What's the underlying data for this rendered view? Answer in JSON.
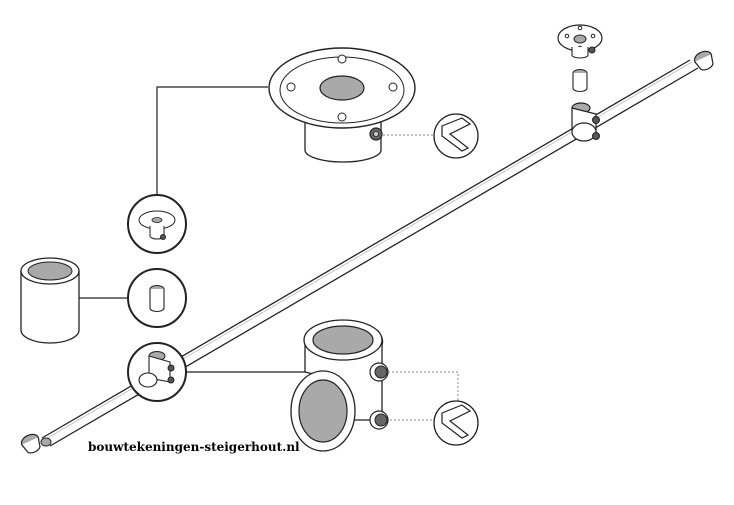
{
  "watermark": "bouwtekeningen-steigerhout.nl",
  "colors": {
    "line": "#222222",
    "fill_gray": "#a9a9a9",
    "fill_light": "#f2f2f2",
    "dotted": "#8a8a8a"
  },
  "parts": [
    {
      "name": "flange-base"
    },
    {
      "name": "flange-base-small"
    },
    {
      "name": "sleeve-tube"
    },
    {
      "name": "cross-connector"
    },
    {
      "name": "allen-key"
    },
    {
      "name": "end-cap"
    },
    {
      "name": "main-pipe"
    }
  ]
}
